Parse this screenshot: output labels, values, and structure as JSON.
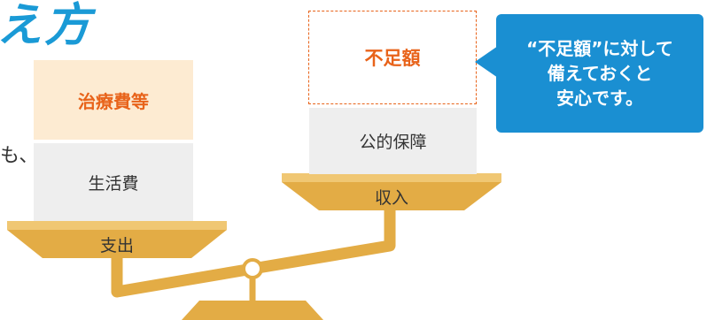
{
  "heading": {
    "text": "え方"
  },
  "side_text": "も、",
  "expense": {
    "medical_label": "治療費等",
    "living_label": "生活費",
    "pan_label": "支出"
  },
  "income": {
    "shortfall_label": "不足額",
    "public_label": "公的保障",
    "pan_label": "収入"
  },
  "callout": {
    "lines": [
      "“不足額”に対して",
      "備えておくと",
      "安心です。"
    ]
  },
  "colors": {
    "heading": "#1a9ad6",
    "accent_orange": "#e8631a",
    "medical_bg": "#fdebd2",
    "gray_box": "#eeeeee",
    "scale_gold": "#e3ac45",
    "callout_bg": "#1a8fd2"
  }
}
